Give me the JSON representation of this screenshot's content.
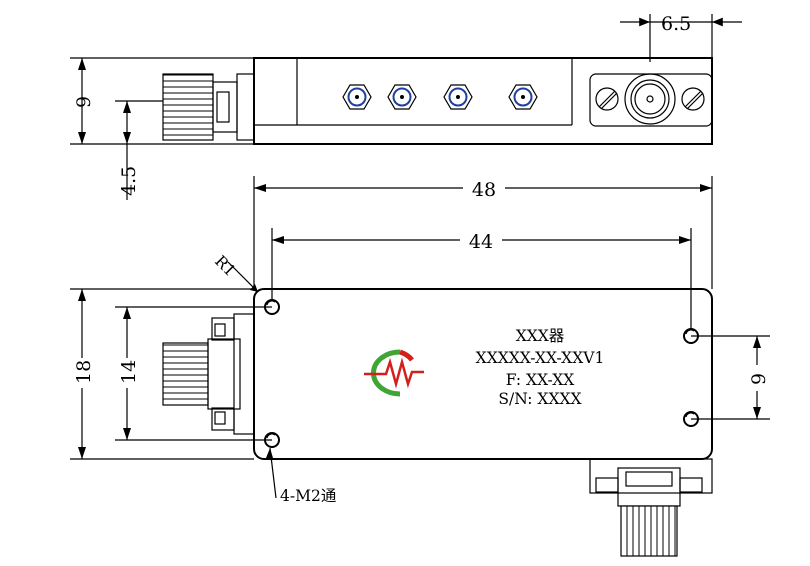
{
  "dimensions": {
    "connector_offset": "6.5",
    "top_height": "9",
    "connector_center": "4.5",
    "overall_length": "48",
    "hole_spacing_length": "44",
    "overall_width": "18",
    "hole_spacing_width": "14",
    "side_hole_spacing": "9",
    "corner_radius": "R1"
  },
  "label": {
    "line1": "XXX器",
    "line2": "XXXXX-XX-XXV1",
    "line3": "F: XX-XX",
    "line4": "S/N: XXXX"
  },
  "callout": {
    "holes": "4-M2通"
  },
  "colors": {
    "logo_red": "#d0211c",
    "logo_green": "#3fa535",
    "screw_blue": "#1f3fa0"
  }
}
